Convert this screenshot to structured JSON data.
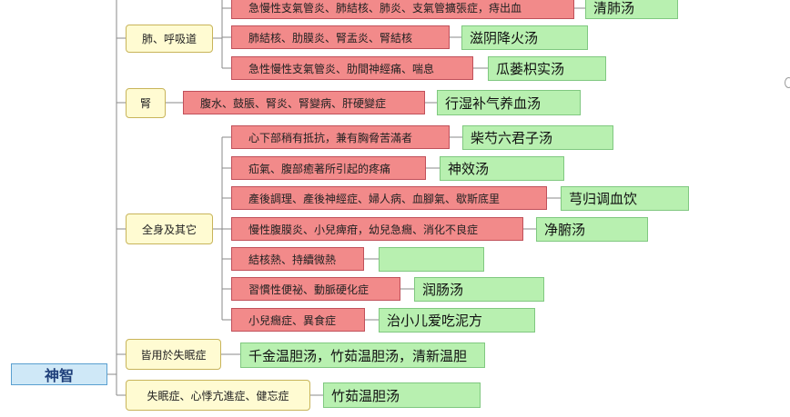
{
  "root": {
    "label": "神智"
  },
  "categories": [
    {
      "label": "肺、呼吸道"
    },
    {
      "label": "腎"
    },
    {
      "label": "全身及其它"
    },
    {
      "label": "皆用於失眠症"
    },
    {
      "label": "失眠症、心悸亢進症、健忘症"
    }
  ],
  "symptoms": [
    {
      "label": "急慢性支氣管炎、肺結核、肺炎、支氣管擴張症，痔出血"
    },
    {
      "label": "肺結核、肋膜炎、腎盂炎、腎結核"
    },
    {
      "label": "急性慢性支氣管炎、肋間神經痛、喘息"
    },
    {
      "label": "腹水、鼓脹、腎炎、腎變病、肝硬變症"
    },
    {
      "label": "心下部稍有抵抗，兼有胸脅苦滿者"
    },
    {
      "label": "疝氣、腹部癒著所引起的疼痛"
    },
    {
      "label": "產後調理、產後神經症、婦人病、血腳氣、歇斯底里"
    },
    {
      "label": "慢性腹膜炎、小兒痺疳，幼兒急癇、消化不良症"
    },
    {
      "label": "結核熱、持續微熱"
    },
    {
      "label": "習慣性便祕、動脈硬化症"
    },
    {
      "label": "小兒癇症、異食症"
    }
  ],
  "prescriptions": [
    {
      "label": "清肺汤"
    },
    {
      "label": "滋阴降火汤"
    },
    {
      "label": "瓜蒌枳实汤"
    },
    {
      "label": "行湿补气养血汤"
    },
    {
      "label": "柴芍六君子汤"
    },
    {
      "label": "神效汤"
    },
    {
      "label": "芎归调血饮"
    },
    {
      "label": "净腑汤"
    },
    {
      "label": ""
    },
    {
      "label": "润肠汤"
    },
    {
      "label": "治小儿爱吃泥方"
    },
    {
      "label": "千金温胆汤，竹茹温胆汤，清新温胆"
    },
    {
      "label": "竹茹温胆汤"
    }
  ]
}
